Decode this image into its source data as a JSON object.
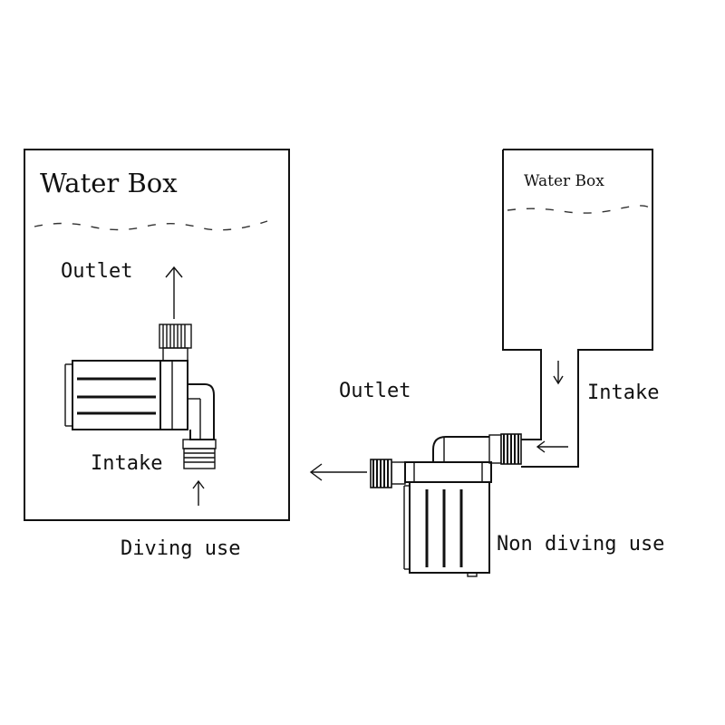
{
  "left_panel": {
    "box_title": "Water Box",
    "outlet_label": "Outlet",
    "intake_label": "Intake",
    "caption": "Diving use"
  },
  "right_panel": {
    "box_title": "Water Box",
    "outlet_label": "Outlet",
    "intake_label": "Intake",
    "caption": "Non diving use"
  }
}
